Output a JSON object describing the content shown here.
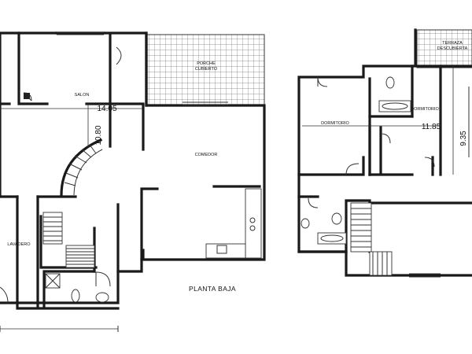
{
  "drawing_title": "PLANTA BAJA",
  "rooms": {
    "salon": "SALON",
    "porche": "PORCHE",
    "cubierto": "CUBIERTO",
    "comedor": "COMEDOR",
    "lavadero": "LAVADERO",
    "dormitorio_1": "DORMITORIO",
    "dormitorio_2": "DORMITORIO",
    "terraza": "TERRAZA",
    "descubierta": "DESCUBIERTA"
  },
  "dimensions": {
    "width_ground": "14.05",
    "depth_ground": "10.80",
    "width_upper": "11.85",
    "depth_upper_partial": "9.35"
  }
}
